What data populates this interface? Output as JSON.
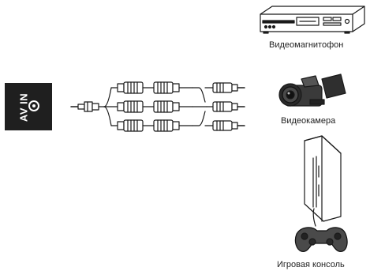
{
  "input_panel": {
    "label": "AV IN",
    "jack_icon": "rca-jack-icon"
  },
  "devices": [
    {
      "name": "vcr",
      "label": "Видеомагнитофон",
      "icon": "vcr-icon"
    },
    {
      "name": "camcorder",
      "label": "Видеокамера",
      "icon": "camcorder-icon"
    },
    {
      "name": "game-console",
      "label": "Игровая консоль",
      "icon": "game-console-icon"
    }
  ],
  "cable": {
    "icon": "av-cable-icon",
    "type": "3.5mm to 3xRCA"
  },
  "colors": {
    "line": "#1a1a1a",
    "panel": "#1f1f1f",
    "panel_text": "#ffffff"
  }
}
